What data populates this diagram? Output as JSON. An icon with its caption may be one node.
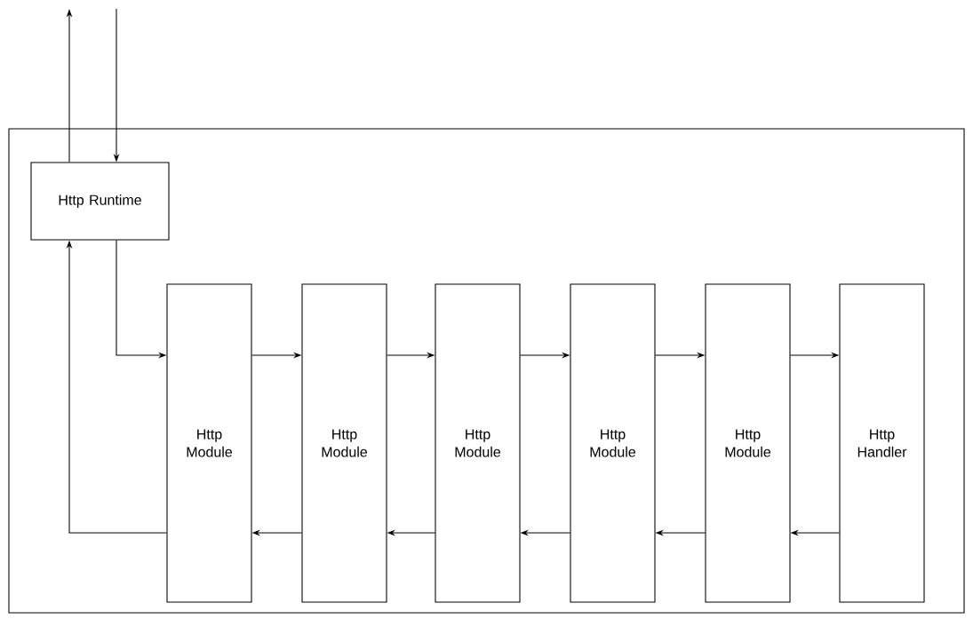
{
  "diagram": {
    "nodes": [
      {
        "text": [],
        "shape": "box"
      },
      {
        "text": [
          "Http Runtime"
        ],
        "in": 0
      },
      {
        "text": [
          "Http Module"
        ],
        "in": 0
      },
      {
        "text": [
          "Http Module"
        ],
        "in": 0
      },
      {
        "text": [
          "Http Module"
        ],
        "in": 0
      },
      {
        "text": [
          "Http Module"
        ],
        "in": 0
      },
      {
        "text": [
          "Http Module"
        ],
        "in": 0
      },
      {
        "text": [
          "Http Handler"
        ],
        "in": 0
      }
    ],
    "edges": [
      {
        "from": null,
        "to": 1,
        "arrow": "to"
      },
      {
        "from": 1,
        "to": null,
        "arrow": "to"
      },
      {
        "from": 1,
        "to": 2,
        "arrow": "to"
      },
      {
        "from": 2,
        "to": 3,
        "arrow": "to"
      },
      {
        "from": 3,
        "to": 4,
        "arrow": "to"
      },
      {
        "from": 4,
        "to": 5,
        "arrow": "to"
      },
      {
        "from": 5,
        "to": 6,
        "arrow": "to"
      },
      {
        "from": 6,
        "to": 7,
        "arrow": "to"
      },
      {
        "from": 7,
        "to": 6,
        "arrow": "to"
      },
      {
        "from": 6,
        "to": 5,
        "arrow": "to"
      },
      {
        "from": 5,
        "to": 4,
        "arrow": "to"
      },
      {
        "from": 4,
        "to": 3,
        "arrow": "to"
      },
      {
        "from": 3,
        "to": 2,
        "arrow": "to"
      },
      {
        "from": 2,
        "to": 1,
        "arrow": "to"
      }
    ]
  }
}
